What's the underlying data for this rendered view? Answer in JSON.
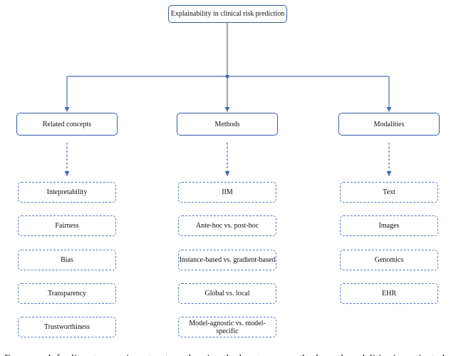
{
  "root": {
    "label": "Explainability in clinical risk prediction"
  },
  "categories": [
    {
      "label": "Related concepts"
    },
    {
      "label": "Methods"
    },
    {
      "label": "Modalities"
    }
  ],
  "related_concepts": [
    "Intepretability",
    "Fairness",
    "Bias",
    "Transparency",
    "Trustworthiness"
  ],
  "methods": [
    "IIM",
    "Ante-hoc vs. post-hoc",
    "Instance-based vs. gradient-based",
    "Global vs. local",
    "Model-agnostic vs. model-specific"
  ],
  "modalities": [
    "Text",
    "Images",
    "Genomics",
    "EHR"
  ],
  "caption": "Framework for literature review structure showing the key terms, methods, and modalities investigated",
  "colors": {
    "line": "#4a6bb5",
    "border": "#3b5ba3",
    "dashed": "#5a79bd"
  }
}
